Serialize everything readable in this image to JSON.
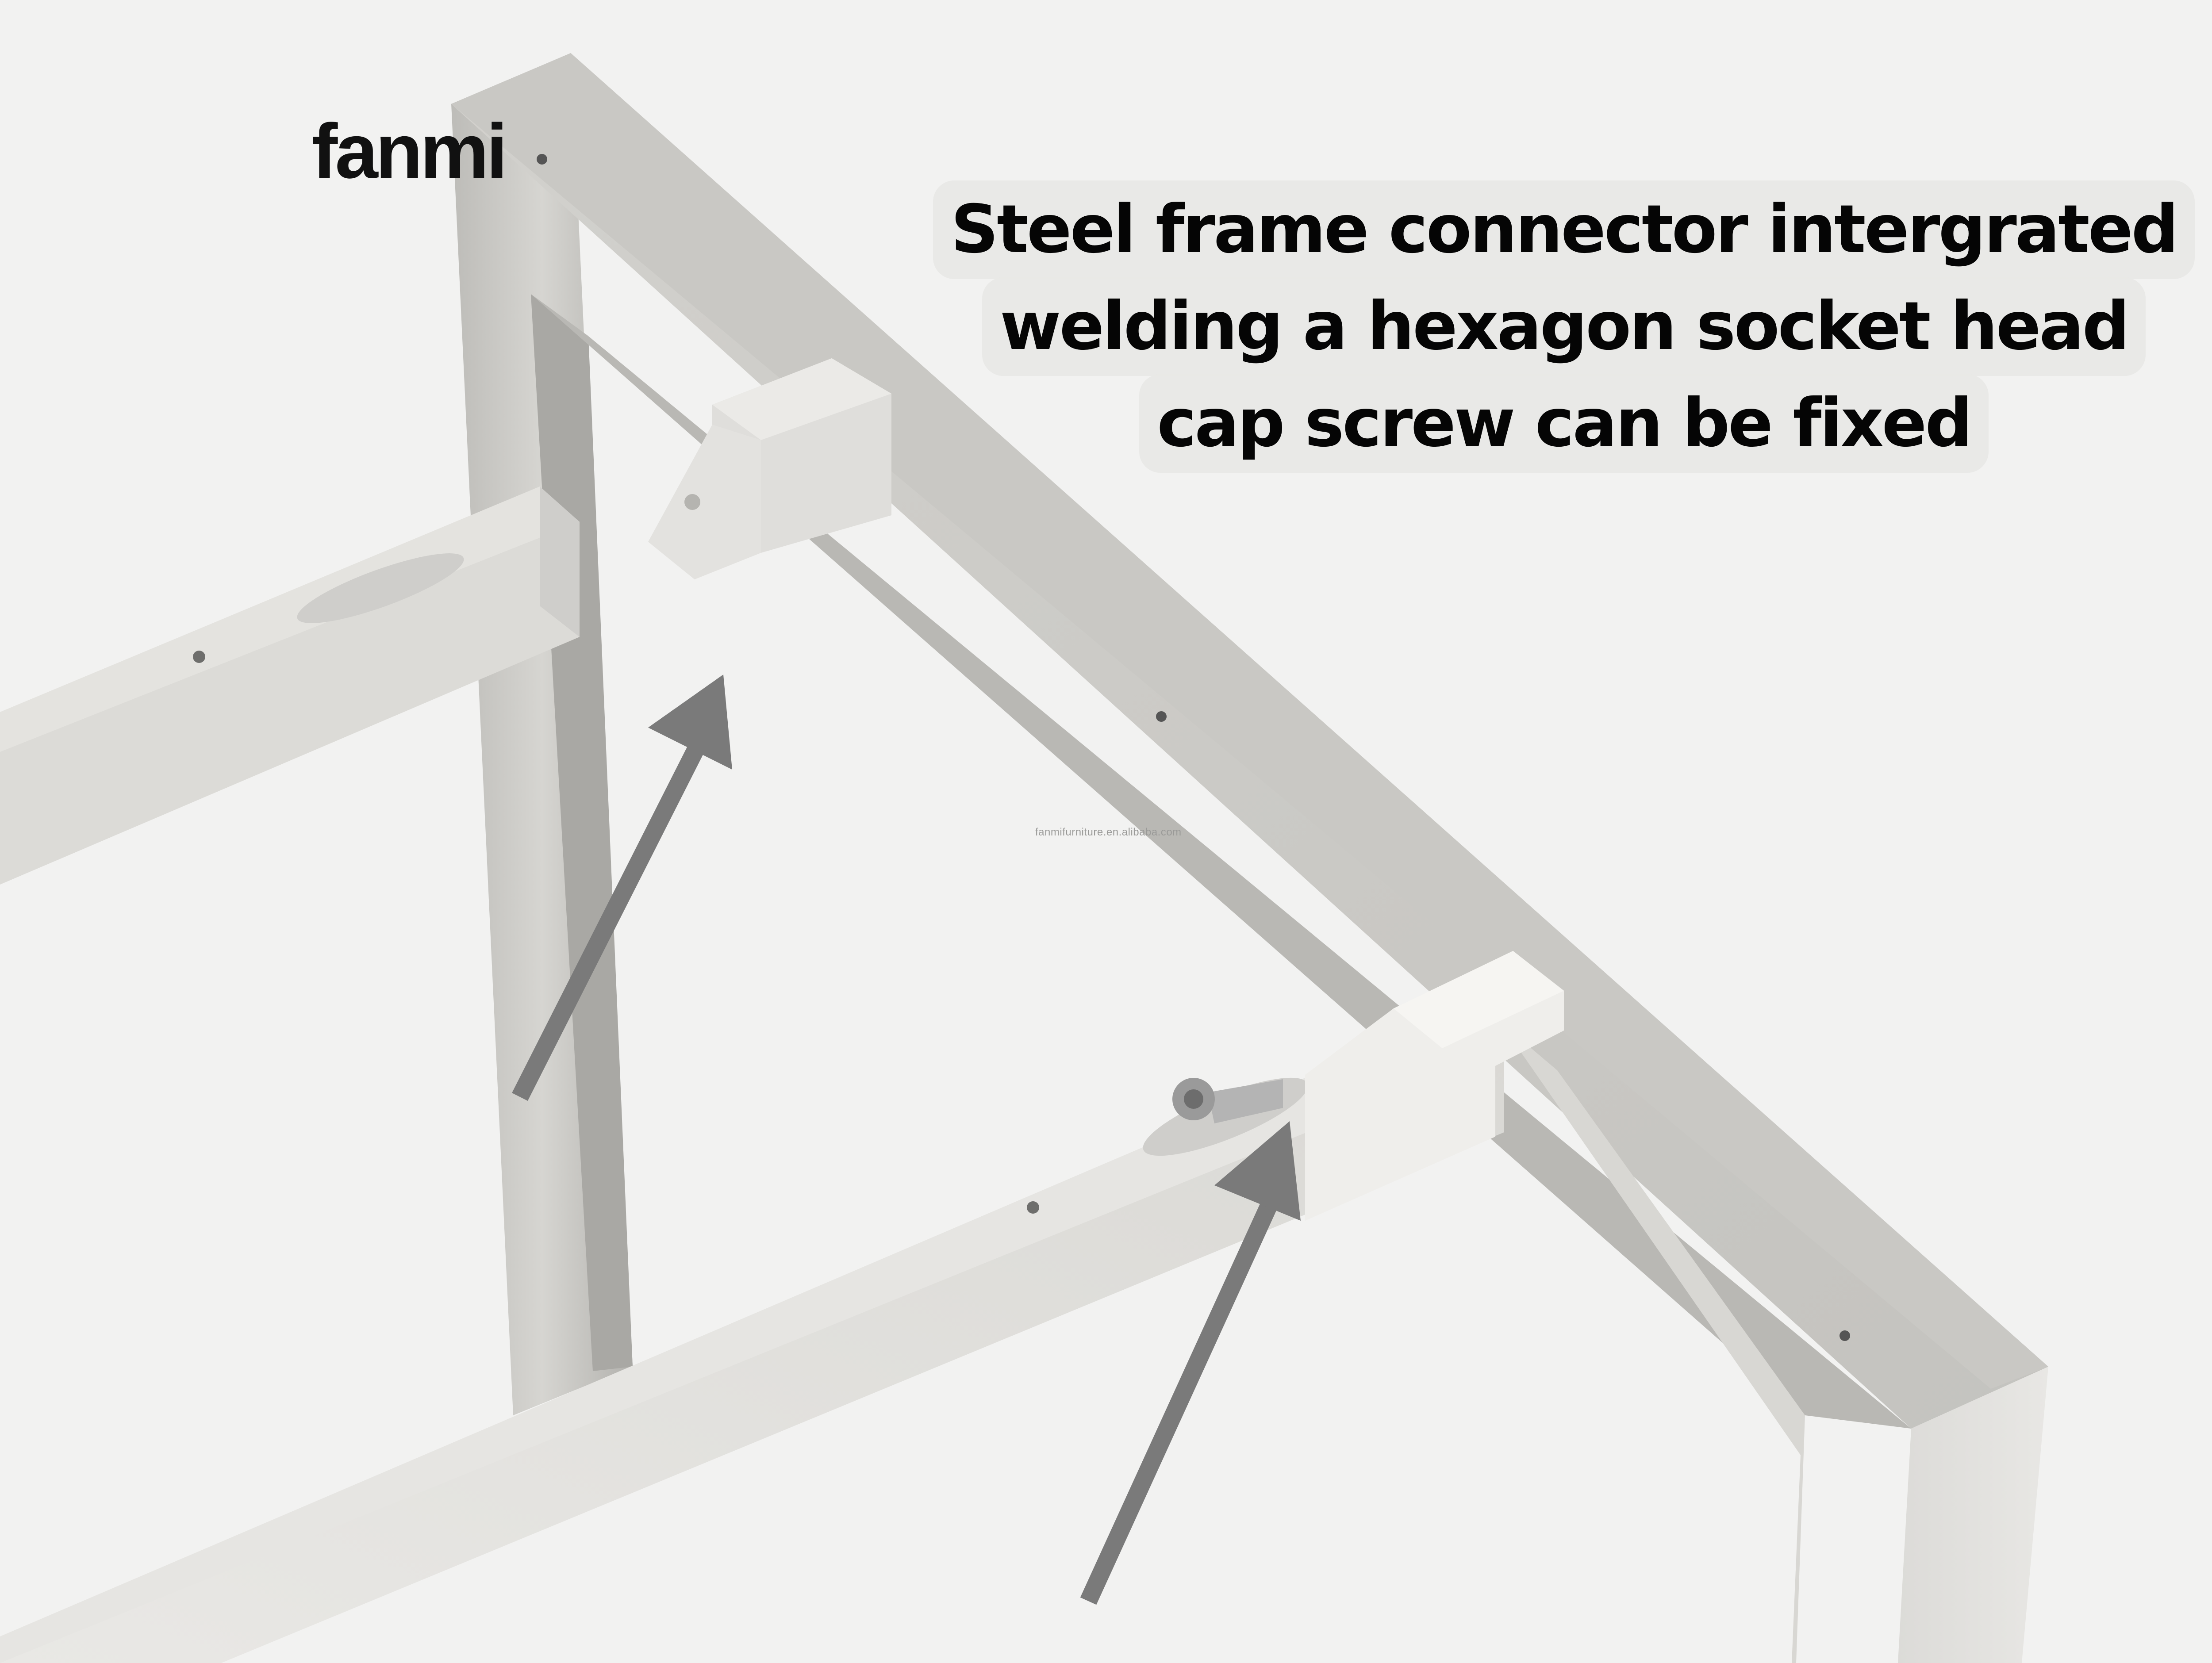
{
  "brand": {
    "logo_text": "fanmi"
  },
  "caption": {
    "lines": [
      "Steel frame connector intergrated",
      "welding a hexagon socket head",
      "cap screw can be fixed"
    ]
  },
  "watermark": {
    "text": "fanmifurniture.en.alibaba.com"
  },
  "colors": {
    "background": "#f2f2f1",
    "frame_steel": "#c6c5c1",
    "frame_highlight": "#e4e3e0",
    "arrow": "#7a7a7a",
    "caption_bg": "#e6e6e4",
    "caption_text": "#050505"
  }
}
